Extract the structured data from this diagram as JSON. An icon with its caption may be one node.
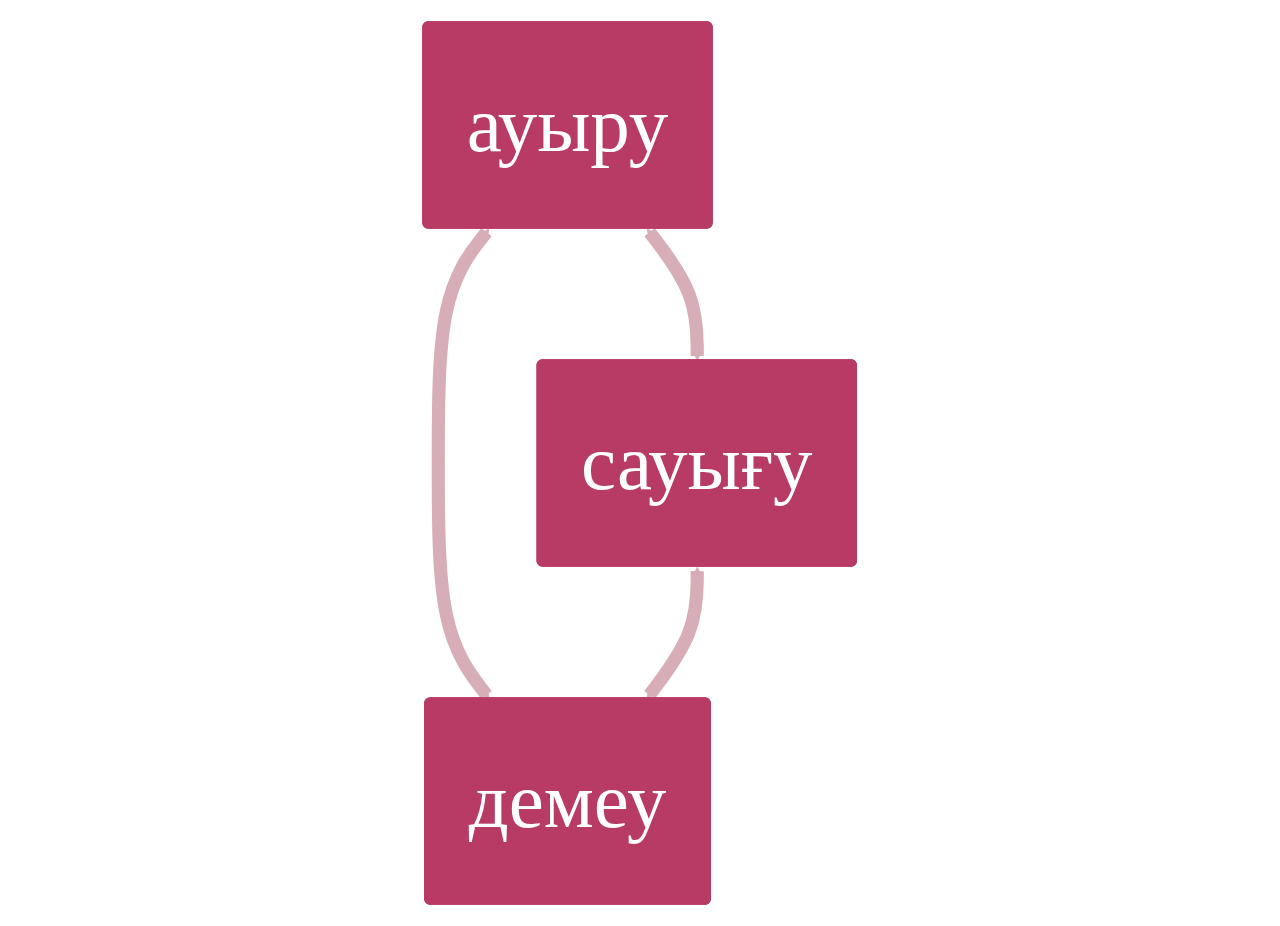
{
  "diagram": {
    "nodes": [
      {
        "text": [
          "ауыру"
        ]
      },
      {
        "text": [
          "сауығу"
        ]
      },
      {
        "text": [
          "демеу"
        ]
      }
    ],
    "edges": [
      {
        "from": 0,
        "to": 1,
        "arrow": "both"
      },
      {
        "from": 0,
        "to": 2,
        "arrow": "both"
      },
      {
        "from": 1,
        "to": 2,
        "arrow": "both"
      }
    ]
  }
}
